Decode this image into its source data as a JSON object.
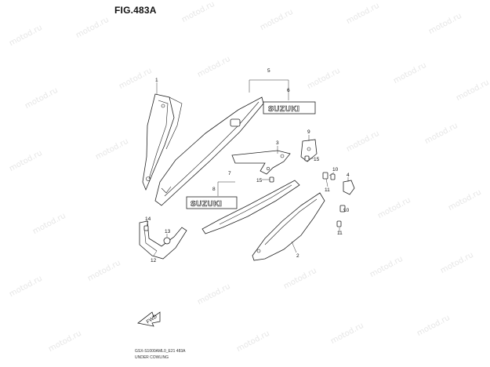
{
  "figure": {
    "title": "FIG.483A"
  },
  "watermark": {
    "text": "motod.ru",
    "color": "#e6e6e6"
  },
  "labels": {
    "p1": "1",
    "p2": "2",
    "p3": "3",
    "p4": "4",
    "p5": "5",
    "p6": "6",
    "p7": "7",
    "p8": "8",
    "p9": "9",
    "p10a": "10",
    "p10b": "10",
    "p11a": "11",
    "p11b": "11",
    "p12": "12",
    "p13": "13",
    "p14": "14",
    "p15a": "15",
    "p15b": "15"
  },
  "emblems": {
    "upper": "SUZUKI",
    "lower": "SUZUKI"
  },
  "fwd_arrow": {
    "label": "FWD"
  },
  "footer": {
    "code": "GSX-S1000AML0_E21 483A",
    "name": "UNDER COWLING"
  }
}
